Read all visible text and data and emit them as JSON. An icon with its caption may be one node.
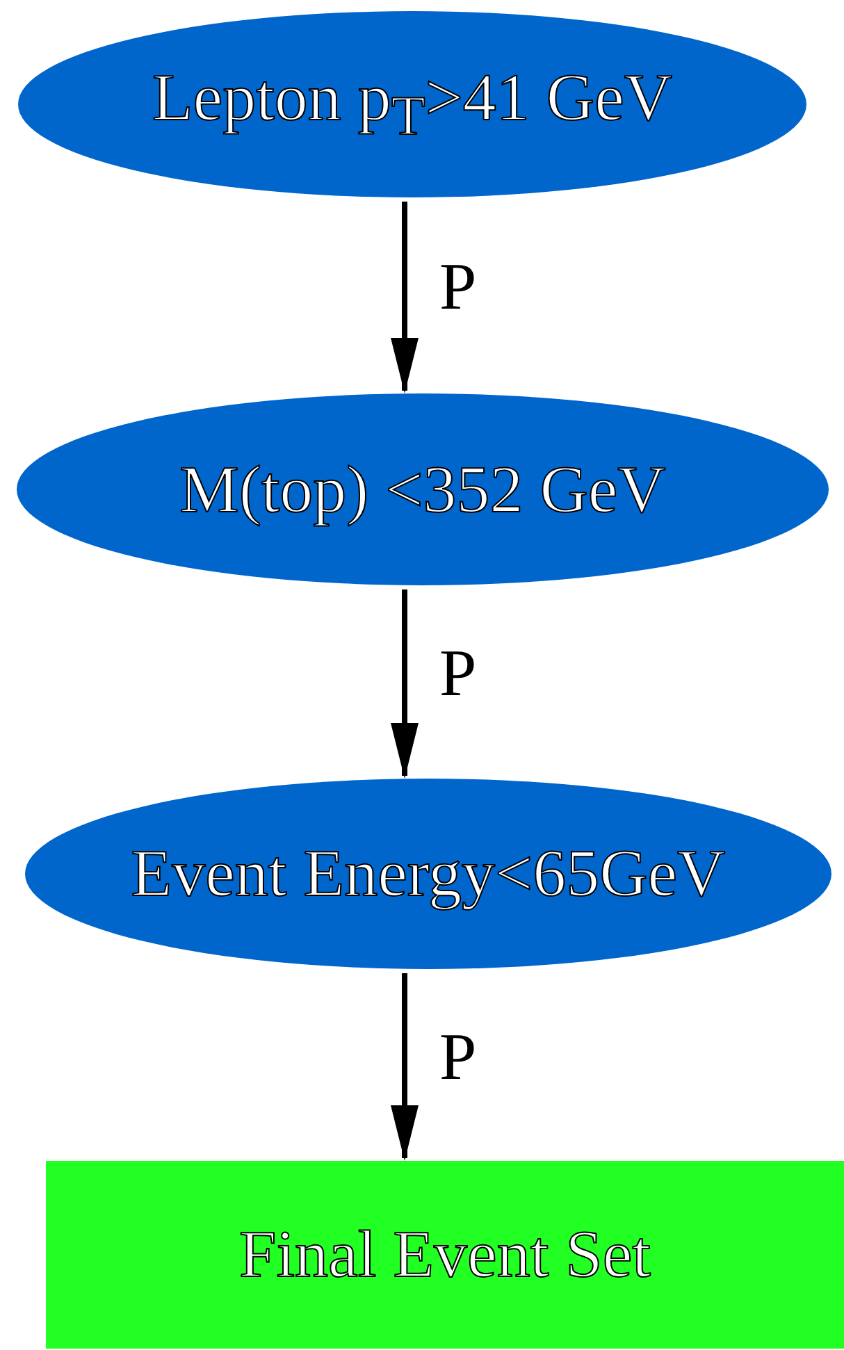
{
  "diagram": {
    "nodes": [
      {
        "text": [
          "Lepton p$_{T}$>41 GeV"
        ]
      },
      {
        "text": [
          "M(top) <352 GeV"
        ]
      },
      {
        "text": [
          "Event Energy<65GeV"
        ]
      },
      {
        "text": [
          "Final Event Set"
        ]
      }
    ],
    "edges": [
      {
        "from": 0,
        "to": 1,
        "arrow": "to",
        "label": "P"
      },
      {
        "from": 1,
        "to": 2,
        "arrow": "to",
        "label": "P"
      },
      {
        "from": 2,
        "to": 3,
        "arrow": "to",
        "label": "P"
      }
    ]
  }
}
